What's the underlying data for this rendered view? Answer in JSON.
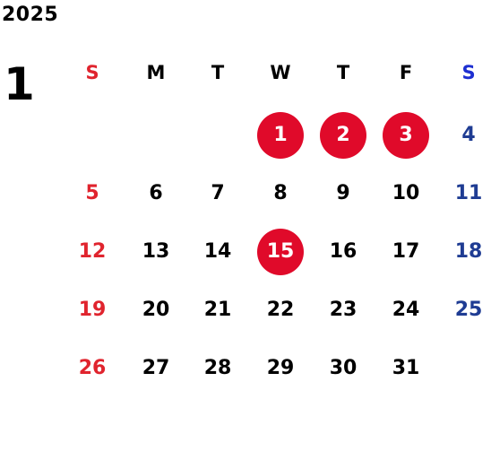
{
  "calendar": {
    "year": "2025",
    "month": "1",
    "weekdays": [
      "S",
      "M",
      "T",
      "W",
      "T",
      "F",
      "S"
    ],
    "first_weekday_index": 3,
    "days": [
      "1",
      "2",
      "3",
      "4",
      "5",
      "6",
      "7",
      "8",
      "9",
      "10",
      "11",
      "12",
      "13",
      "14",
      "15",
      "16",
      "17",
      "18",
      "19",
      "20",
      "21",
      "22",
      "23",
      "24",
      "25",
      "26",
      "27",
      "28",
      "29",
      "30",
      "31"
    ],
    "highlighted_days": [
      "1",
      "2",
      "3",
      "15"
    ]
  },
  "colors": {
    "sunday": "#e0242e",
    "saturday": "#1f3c93",
    "saturday_header": "#1d2fd1",
    "weekday": "#000000",
    "highlight_bg": "#e00a2a",
    "highlight_text": "#ffffff"
  }
}
